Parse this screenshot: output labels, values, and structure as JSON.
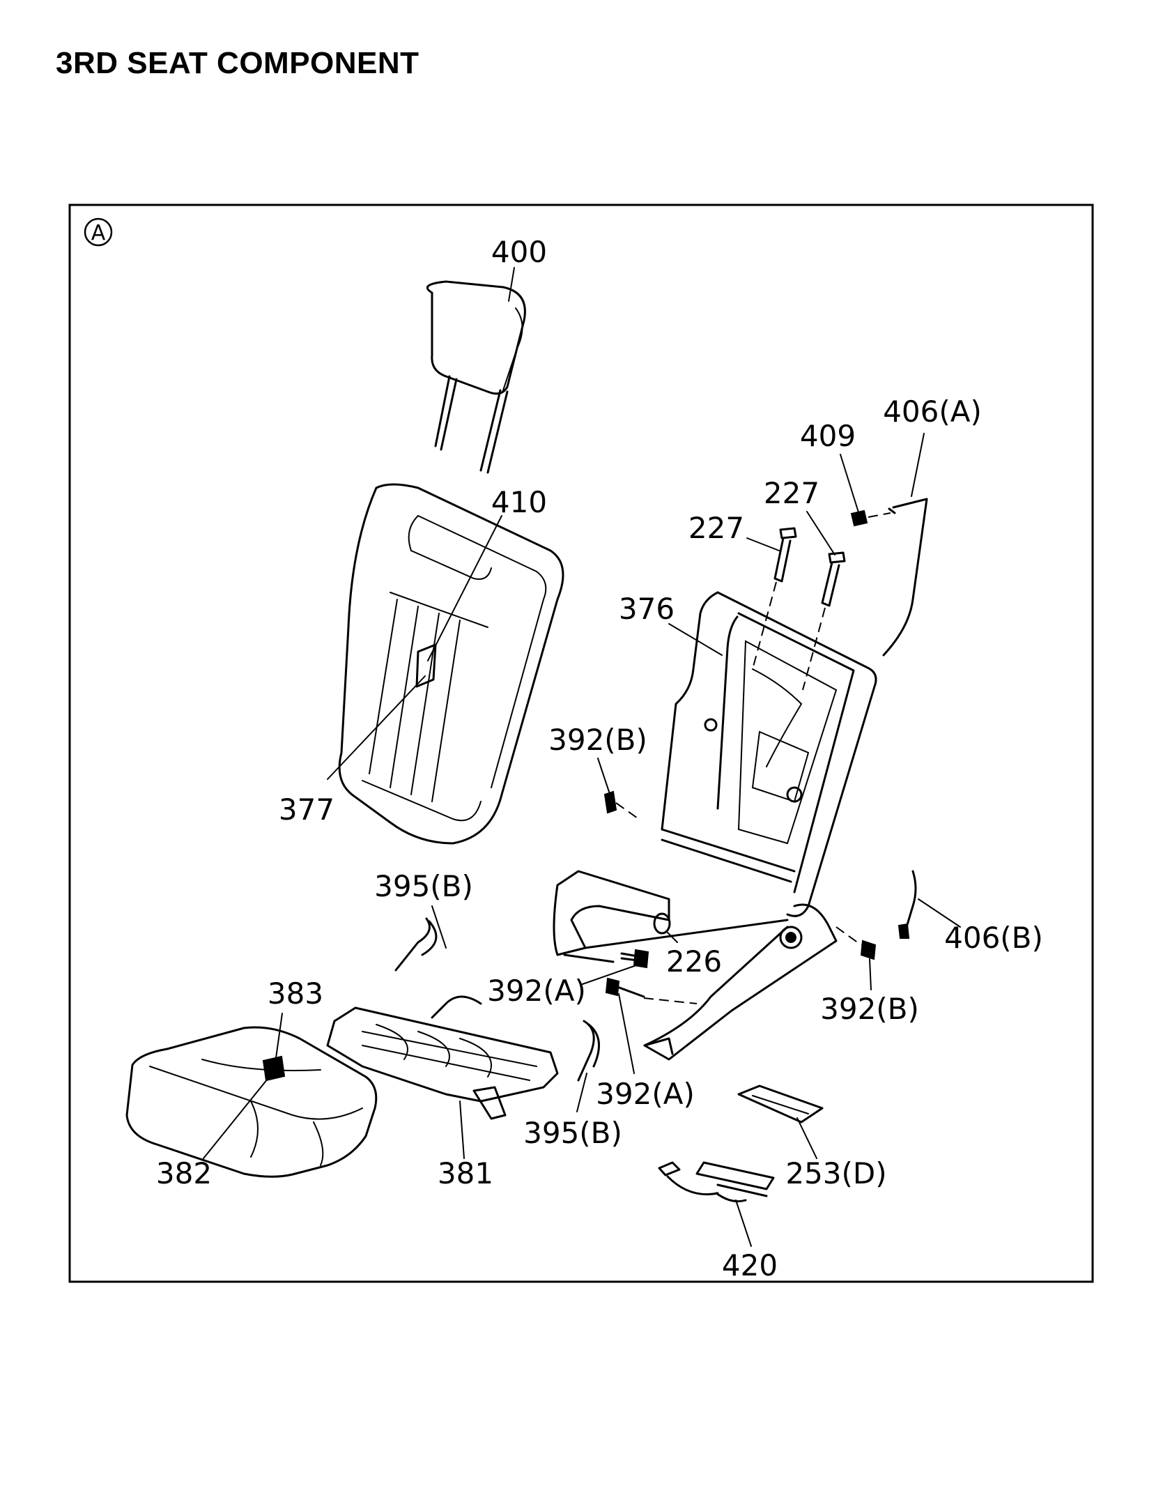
{
  "title": "3RD SEAT COMPONENT",
  "view_marker": "A",
  "callouts": [
    {
      "id": "c400",
      "text": "400"
    },
    {
      "id": "c410",
      "text": "410"
    },
    {
      "id": "c377",
      "text": "377"
    },
    {
      "id": "c409",
      "text": "409"
    },
    {
      "id": "c406a",
      "text": "406(A)"
    },
    {
      "id": "c227a",
      "text": "227"
    },
    {
      "id": "c227b",
      "text": "227"
    },
    {
      "id": "c376",
      "text": "376"
    },
    {
      "id": "c392b1",
      "text": "392(B)"
    },
    {
      "id": "c395b1",
      "text": "395(B)"
    },
    {
      "id": "c226",
      "text": "226"
    },
    {
      "id": "c406b",
      "text": "406(B)"
    },
    {
      "id": "c383",
      "text": "383"
    },
    {
      "id": "c392a1",
      "text": "392(A)"
    },
    {
      "id": "c392b2",
      "text": "392(B)"
    },
    {
      "id": "c392a2",
      "text": "392(A)"
    },
    {
      "id": "c382",
      "text": "382"
    },
    {
      "id": "c395b2",
      "text": "395(B)"
    },
    {
      "id": "c381",
      "text": "381"
    },
    {
      "id": "c253d",
      "text": "253(D)"
    },
    {
      "id": "c420",
      "text": "420"
    }
  ]
}
